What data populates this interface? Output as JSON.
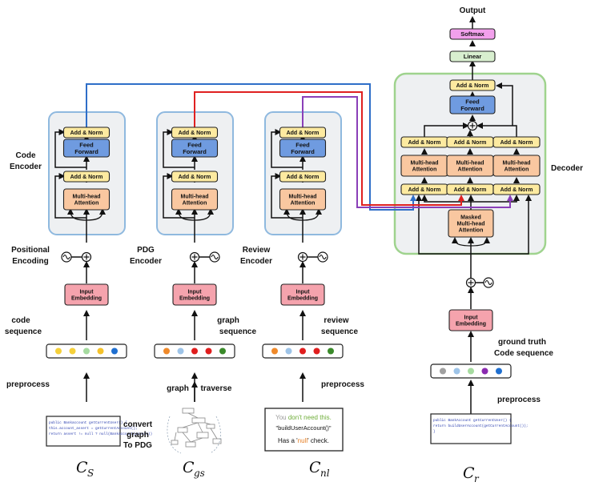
{
  "labels": {
    "output": "Output",
    "softmax": "Softmax",
    "linear": "Linear",
    "add_norm": "Add & Norm",
    "feed": "Feed",
    "forward": "Forward",
    "multi_head": "Multi-head",
    "attention": "Attention",
    "masked": "Masked",
    "input": "Input",
    "embedding": "Embedding",
    "decoder": "Decoder",
    "code_encoder": [
      "Code",
      "Encoder"
    ],
    "positional_encoding": [
      "Positional",
      "Encoding"
    ],
    "pdg_encoder": [
      "PDG",
      "Encoder"
    ],
    "review_encoder": [
      "Review",
      "Encoder"
    ],
    "code_sequence": [
      "code",
      "sequence"
    ],
    "graph_sequence": [
      "graph",
      "sequence"
    ],
    "review_sequence": [
      "review",
      "sequence"
    ],
    "ground_truth": [
      "ground truth",
      "Code sequence"
    ],
    "preprocess": "preprocess",
    "graph": "graph",
    "traverse": "traverse",
    "convert": [
      "convert",
      "graph",
      "To PDG"
    ],
    "subscripts": {
      "cs": "S",
      "cgs": "gs",
      "cnl": "nl",
      "cr": "r"
    },
    "var_c": "C"
  },
  "snippets": {
    "cs": [
      "public Bankaccount getCurrentUser() {",
      "  this.account_assert = getCurrentAccount();",
      "  return assert != null ? null(BankAccount(assert))"
    ],
    "cnl": {
      "line1_prefix": "You ",
      "line1_mid": "don't need this.",
      "line2": "\"buildUserAccount()\"",
      "line3_prefix": "Has a '",
      "line3_null": "null",
      "line3_suffix": "' check."
    },
    "cr": [
      "public BankAccount getCurrentUser() {",
      "  return buildUserAccount(getCurrentAccount());",
      "}"
    ]
  },
  "colors": {
    "add_norm": "#fdeaa0",
    "feed_forward": "#6f9be0",
    "attention": "#f9c7a0",
    "embedding": "#f5a3ad",
    "softmax": "#f2a0ec",
    "linear": "#d8efcf",
    "encoder_border": "#8fb9df",
    "decoder_border": "#9fd38e",
    "line_blue": "#2e6ec8",
    "line_red": "#e02020",
    "line_purple": "#8a3fb8"
  },
  "sequences": {
    "code": [
      "#f5d03a",
      "#f5d03a",
      "#a6dba0",
      "#f5c22a",
      "#1f6fd0"
    ],
    "graph": [
      "#f08a2a",
      "#9ec4e8",
      "#e01e1e",
      "#e01e1e",
      "#3a8a2a"
    ],
    "review": [
      "#f08a2a",
      "#9ec4e8",
      "#e01e1e",
      "#e01e1e",
      "#3a8a2a"
    ],
    "ground_truth": [
      "#a0a0a0",
      "#9ec4e8",
      "#a6dba0",
      "#8a2ab0",
      "#1f6fd0"
    ]
  }
}
